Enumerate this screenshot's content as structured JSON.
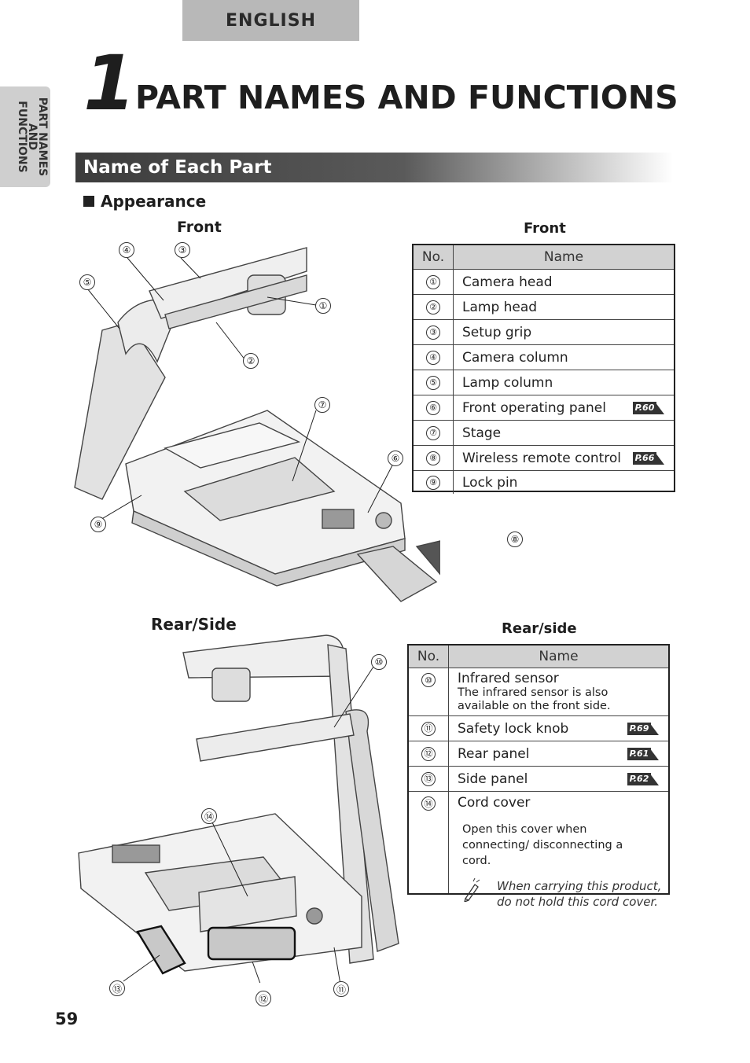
{
  "header": {
    "language": "ENGLISH",
    "side_tab": "PART NAMES AND FUNCTIONS"
  },
  "chapter": {
    "number": "1",
    "title": "PART NAMES AND FUNCTIONS"
  },
  "section": {
    "title": "Name of Each Part",
    "subsection": "Appearance"
  },
  "front": {
    "figure_label": "Front",
    "table_title": "Front",
    "col_no": "No.",
    "col_name": "Name",
    "rows": [
      {
        "no": "①",
        "name": "Camera head",
        "ref": ""
      },
      {
        "no": "②",
        "name": "Lamp head",
        "ref": ""
      },
      {
        "no": "③",
        "name": "Setup grip",
        "ref": ""
      },
      {
        "no": "④",
        "name": "Camera column",
        "ref": ""
      },
      {
        "no": "⑤",
        "name": "Lamp column",
        "ref": ""
      },
      {
        "no": "⑥",
        "name": "Front operating panel",
        "ref": "P.60"
      },
      {
        "no": "⑦",
        "name": "Stage",
        "ref": ""
      },
      {
        "no": "⑧",
        "name": "Wireless remote control",
        "ref": "P.66"
      },
      {
        "no": "⑨",
        "name": "Lock pin",
        "ref": ""
      }
    ],
    "callouts": [
      "①",
      "②",
      "③",
      "④",
      "⑤",
      "⑥",
      "⑦",
      "⑧",
      "⑨"
    ]
  },
  "rear": {
    "figure_label": "Rear/Side",
    "table_title": "Rear/side",
    "col_no": "No.",
    "col_name": "Name",
    "rows": [
      {
        "no": "⑩",
        "name": "Infrared sensor",
        "desc": "The infrared sensor is also available on the front side.",
        "ref": ""
      },
      {
        "no": "⑪",
        "name": "Safety lock knob",
        "ref": "P.69"
      },
      {
        "no": "⑫",
        "name": "Rear panel",
        "ref": "P.61"
      },
      {
        "no": "⑬",
        "name": "Side panel",
        "ref": "P.62"
      },
      {
        "no": "⑭",
        "name": "Cord cover",
        "desc": "Open this cover when connecting/ disconnecting a cord.",
        "note": "When carrying this product, do not hold this cord cover.",
        "ref": ""
      }
    ],
    "callouts": [
      "⑩",
      "⑪",
      "⑫",
      "⑬",
      "⑭"
    ]
  },
  "footer": {
    "page_number": "59"
  }
}
